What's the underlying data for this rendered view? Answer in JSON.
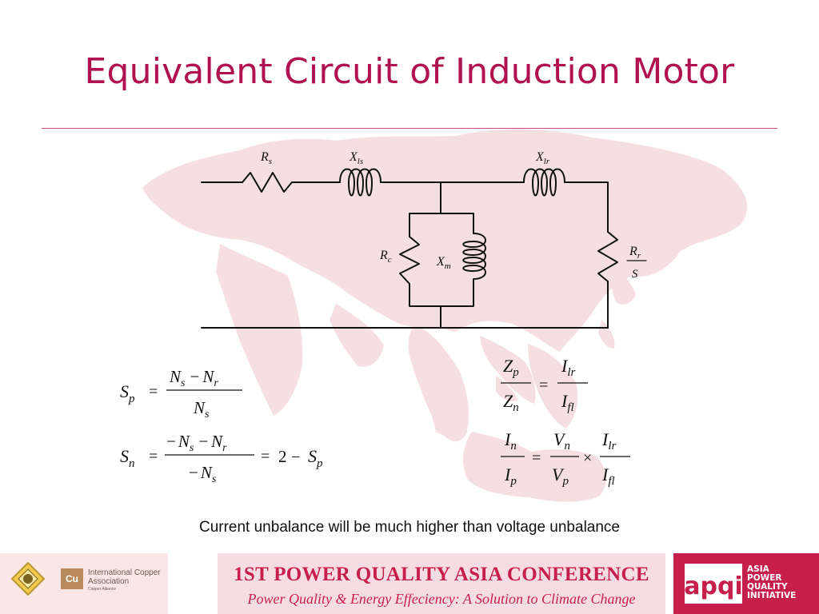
{
  "slide": {
    "title": "Equivalent Circuit of Induction Motor",
    "note": "Current unbalance will be much higher than voltage unbalance"
  },
  "circuit": {
    "labels": {
      "rs": {
        "main": "R",
        "sub": "s"
      },
      "xls": {
        "main": "X",
        "sub": "ls"
      },
      "xlr": {
        "main": "X",
        "sub": "lr"
      },
      "rc": {
        "main": "R",
        "sub": "c"
      },
      "xm": {
        "main": "X",
        "sub": "m"
      },
      "rr_num": {
        "main": "R",
        "sub": "r"
      },
      "rr_den": "S"
    }
  },
  "equations": {
    "sp": {
      "lhs": "S",
      "lhs_sub": "p",
      "num": "N",
      "num_sub1": "s",
      "num_op": "−",
      "num_b": "N",
      "num_sub2": "r",
      "den": "N",
      "den_sub": "s",
      "eq": "="
    },
    "sn": {
      "lhs": "S",
      "lhs_sub": "n",
      "num_pre": "−",
      "num": "N",
      "num_sub1": "s",
      "num_op": "−",
      "num_b": "N",
      "num_sub2": "r",
      "den_pre": "−",
      "den": "N",
      "den_sub": "s",
      "eq": "=",
      "rhs": "2",
      "rhs_op": "−",
      "rhs_s": "S",
      "rhs_sub": "p"
    },
    "z": {
      "a": "Z",
      "a_sub": "p",
      "b": "Z",
      "b_sub": "n",
      "c": "I",
      "c_sub": "lr",
      "d": "I",
      "d_sub": "fl",
      "eq": "="
    },
    "i": {
      "a": "I",
      "a_sub": "n",
      "b": "I",
      "b_sub": "p",
      "c": "V",
      "c_sub": "n",
      "d": "V",
      "d_sub": "p",
      "e": "I",
      "e_sub": "lr",
      "f": "I",
      "f_sub": "fl",
      "eq": "=",
      "times": "×"
    }
  },
  "footer": {
    "icpa_line1": "International Copper",
    "icpa_line2": "Association",
    "icpa_line3": "Copper Alliance",
    "cu_mark": "Cu",
    "conference_title": "1ST POWER QUALITY ASIA CONFERENCE",
    "conference_subtitle": "Power Quality & Energy Effeciency: A Solution to Climate Change",
    "apqi_lines": [
      "ASIA",
      "POWER",
      "QUALITY",
      "INITIATIVE"
    ],
    "apqi_mark": "apqi"
  },
  "colors": {
    "title": "#b0124f",
    "accent": "#c71f4b",
    "map": "#f6dfe2"
  }
}
